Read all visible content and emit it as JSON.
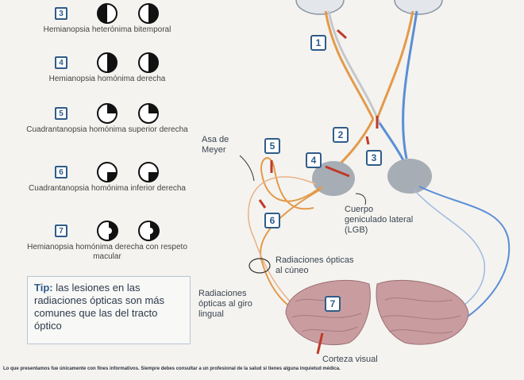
{
  "defects": [
    {
      "num": "3",
      "caption": "Hemianopsia heterónima bitemporal",
      "pattern": "bitemporal"
    },
    {
      "num": "4",
      "caption": "Hemianopsia homónima derecha",
      "pattern": "right-hemi"
    },
    {
      "num": "5",
      "caption": "Cuadrantanopsia homónima superior derecha",
      "pattern": "sup-right"
    },
    {
      "num": "6",
      "caption": "Cuadrantanopsia homónima inferior derecha",
      "pattern": "inf-right"
    },
    {
      "num": "7",
      "caption": "Hemianopsia homónima derecha con respeto macular",
      "pattern": "macular-sparing"
    }
  ],
  "tip": {
    "prefix": "Tip:",
    "text": "las lesiones en las radiaciones ópticas son más comunes que las del tracto óptico"
  },
  "labels": {
    "asa_meyer": "Asa de Meyer",
    "lgb": "Cuerpo geniculado lateral (LGB)",
    "cuneo": "Radiaciones ópticas al cúneo",
    "lingual": "Radiaciones ópticas al giro lingual",
    "corteza": "Corteza visual"
  },
  "lesion_numbers": [
    "1",
    "2",
    "3",
    "4",
    "5",
    "6",
    "7"
  ],
  "footer": "Lo que presentamos fue únicamente con fines informativos. Siempre debes consultar a un profesional de la salud si tienes alguna inquietud médica.",
  "colors": {
    "accent": "#2f5c8a",
    "lesion": "#c0392b",
    "orange_fiber": "#e39a4a",
    "blue_fiber": "#5a8ed6"
  }
}
